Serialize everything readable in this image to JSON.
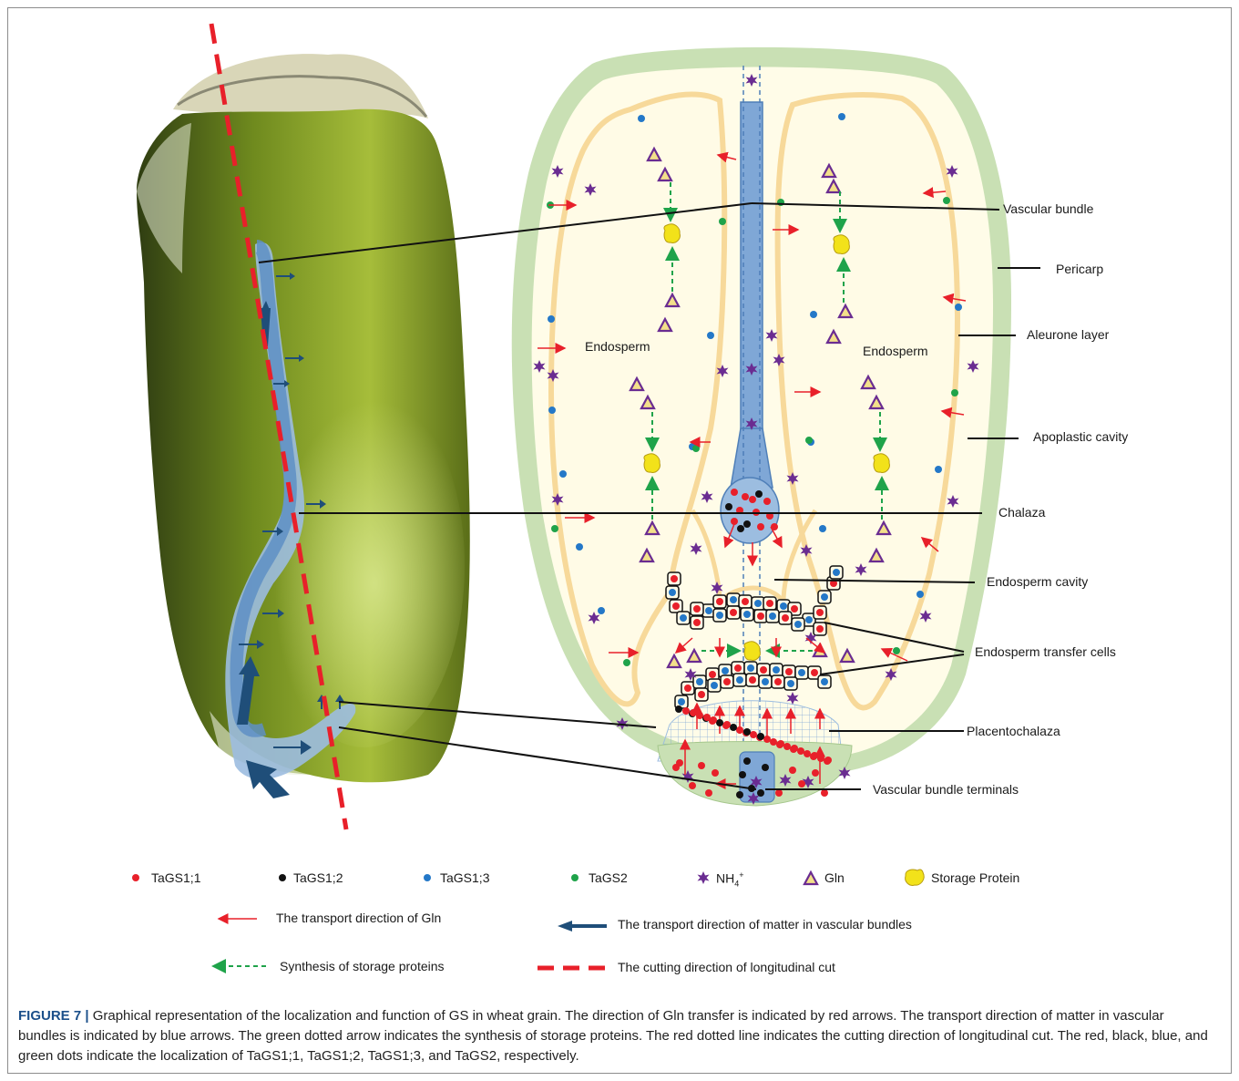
{
  "labels": {
    "vascular_bundle": "Vascular bundle",
    "pericarp": "Pericarp",
    "aleurone_layer": "Aleurone layer",
    "apoplastic_cavity": "Apoplastic cavity",
    "chalaza": "Chalaza",
    "endosperm_cavity": "Endosperm cavity",
    "endosperm_transfer_cells": "Endosperm transfer cells",
    "placentochalaza": "Placentochalaza",
    "vascular_bundle_terminals": "Vascular bundle terminals",
    "endosperm_left": "Endosperm",
    "endosperm_right": "Endosperm"
  },
  "legend": {
    "tags1_1": "TaGS1;1",
    "tags1_2": "TaGS1;2",
    "tags1_3": "TaGS1;3",
    "tags2": "TaGS2",
    "nh4": "NH",
    "nh4_sub": "4",
    "nh4_sup": "+",
    "gln": "Gln",
    "storage_protein": "Storage Protein",
    "transport_gln": "The transport direction of Gln",
    "transport_vascular": "The transport direction of matter in vascular bundles",
    "synthesis": "Synthesis of storage proteins",
    "cutting": "The cutting direction of longitudinal cut"
  },
  "colors": {
    "tags1_1": "#e8202a",
    "tags1_2": "#111111",
    "tags1_3": "#2478c8",
    "tags2": "#1fa34a",
    "nh4": "#6a2c91",
    "gln": "#6a2c91",
    "storage_protein": "#f2e21a",
    "pericarp": "#c9e0b4",
    "aleurone": "#f7d99a",
    "endosperm": "#fffbe6",
    "vascular": "#7fa7d6",
    "gln_arrow": "#e8202a",
    "vascular_arrow": "#1f4e79",
    "synthesis_arrow": "#1fa34a",
    "cut_line": "#e8202a"
  },
  "caption": {
    "label": "FIGURE 7 |",
    "text": " Graphical representation of the localization and function of GS in wheat grain. The direction of Gln transfer is indicated by red arrows. The transport direction of matter in vascular bundles is indicated by blue arrows. The green dotted arrow indicates the synthesis of storage proteins. The red dotted line indicates the cutting direction of longitudinal cut. The red, black, blue, and green dots indicate the localization of TaGS1;1, TaGS1;2, TaGS1;3, and TaGS2, respectively."
  }
}
